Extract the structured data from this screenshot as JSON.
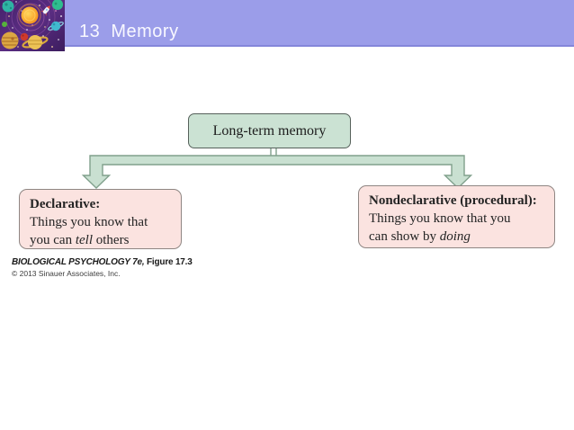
{
  "header": {
    "title": "13  Memory",
    "banner_color": "#9b9de9",
    "banner_edge_color": "#8486da",
    "title_color": "#f8f8ff",
    "logo": "solar-system-space-illustration"
  },
  "diagram": {
    "root_box": {
      "label": "Long-term memory",
      "fill": "#cbe2d3",
      "border_color": "#56615b"
    },
    "connector": {
      "fill": "#c9e0d1",
      "outline": "#80a08c",
      "shape": "branching arrows from root box down to two child boxes"
    },
    "declarative_box": {
      "title": "Declarative:",
      "line2": "Things you know that",
      "line3_pre": "you can ",
      "line3_italic": "tell",
      "line3_post": " others",
      "fill": "#fbe3e0",
      "border_color": "#8f8683"
    },
    "nondeclarative_box": {
      "title": "Nondeclarative (procedural):",
      "line2": "Things you know that you",
      "line3_pre": "can show by ",
      "line3_italic": "doing",
      "line3_post": "",
      "fill": "#fbe3e0",
      "border_color": "#8f8683"
    }
  },
  "attribution": {
    "source_italic": "BIOLOGICAL PSYCHOLOGY 7e,",
    "source_rest": " Figure 17.3",
    "copyright": "© 2013 Sinauer Associates, Inc."
  }
}
